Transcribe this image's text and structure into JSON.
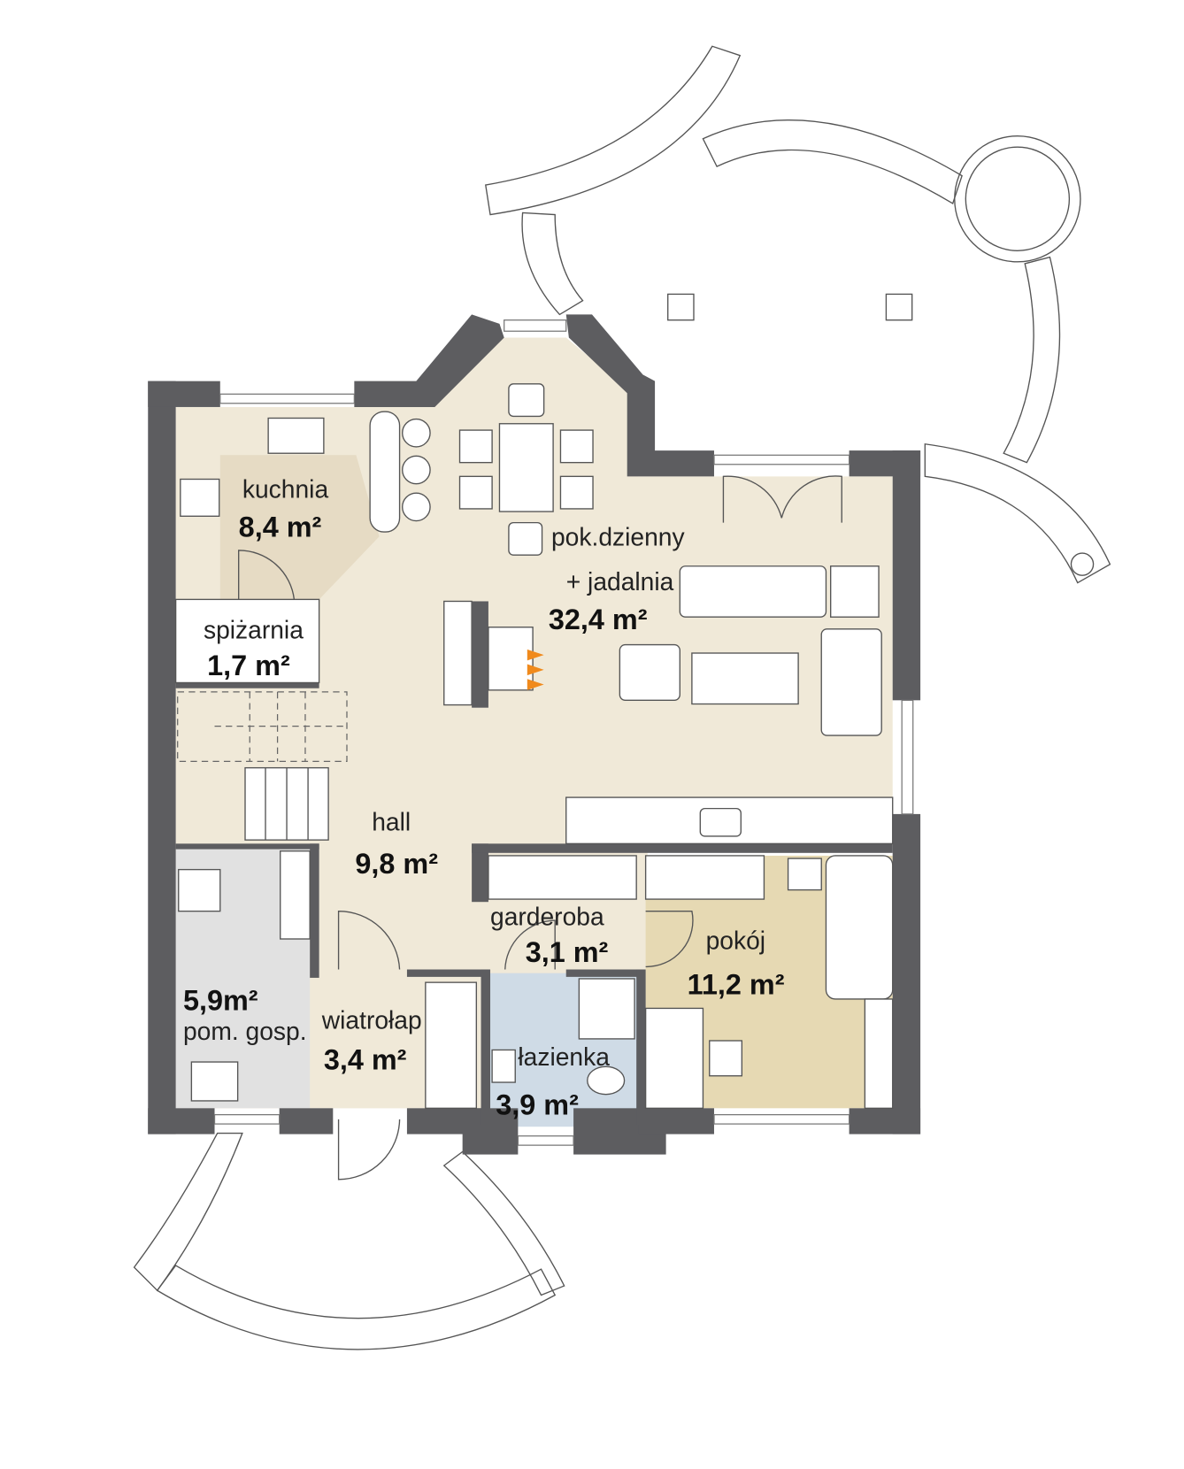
{
  "colors": {
    "wall": "#5d5d60",
    "floor_main": "#f0e9d8",
    "floor_kitchen": "#e6dbc4",
    "floor_utility": "#e1e1e1",
    "floor_bathroom": "#cfdbe6",
    "floor_room": "#e6d9b3",
    "fire": "#f08a1c"
  },
  "rooms": [
    {
      "name": "kuchnia",
      "area": "8,4 m²"
    },
    {
      "name": "spiżarnia",
      "area": "1,7 m²"
    },
    {
      "name": "pok.dzienny",
      "name2": "+ jadalnia",
      "area": "32,4 m²"
    },
    {
      "name": "hall",
      "area": "9,8 m²"
    },
    {
      "name": "garderoba",
      "area": "3,1 m²"
    },
    {
      "name": "pokój",
      "area": "11,2 m²"
    },
    {
      "name": "pom. gosp.",
      "area": "5,9m²"
    },
    {
      "name": "wiatrołap",
      "area": "3,4 m²"
    },
    {
      "name": "łazienka",
      "area": "3,9 m²"
    }
  ]
}
